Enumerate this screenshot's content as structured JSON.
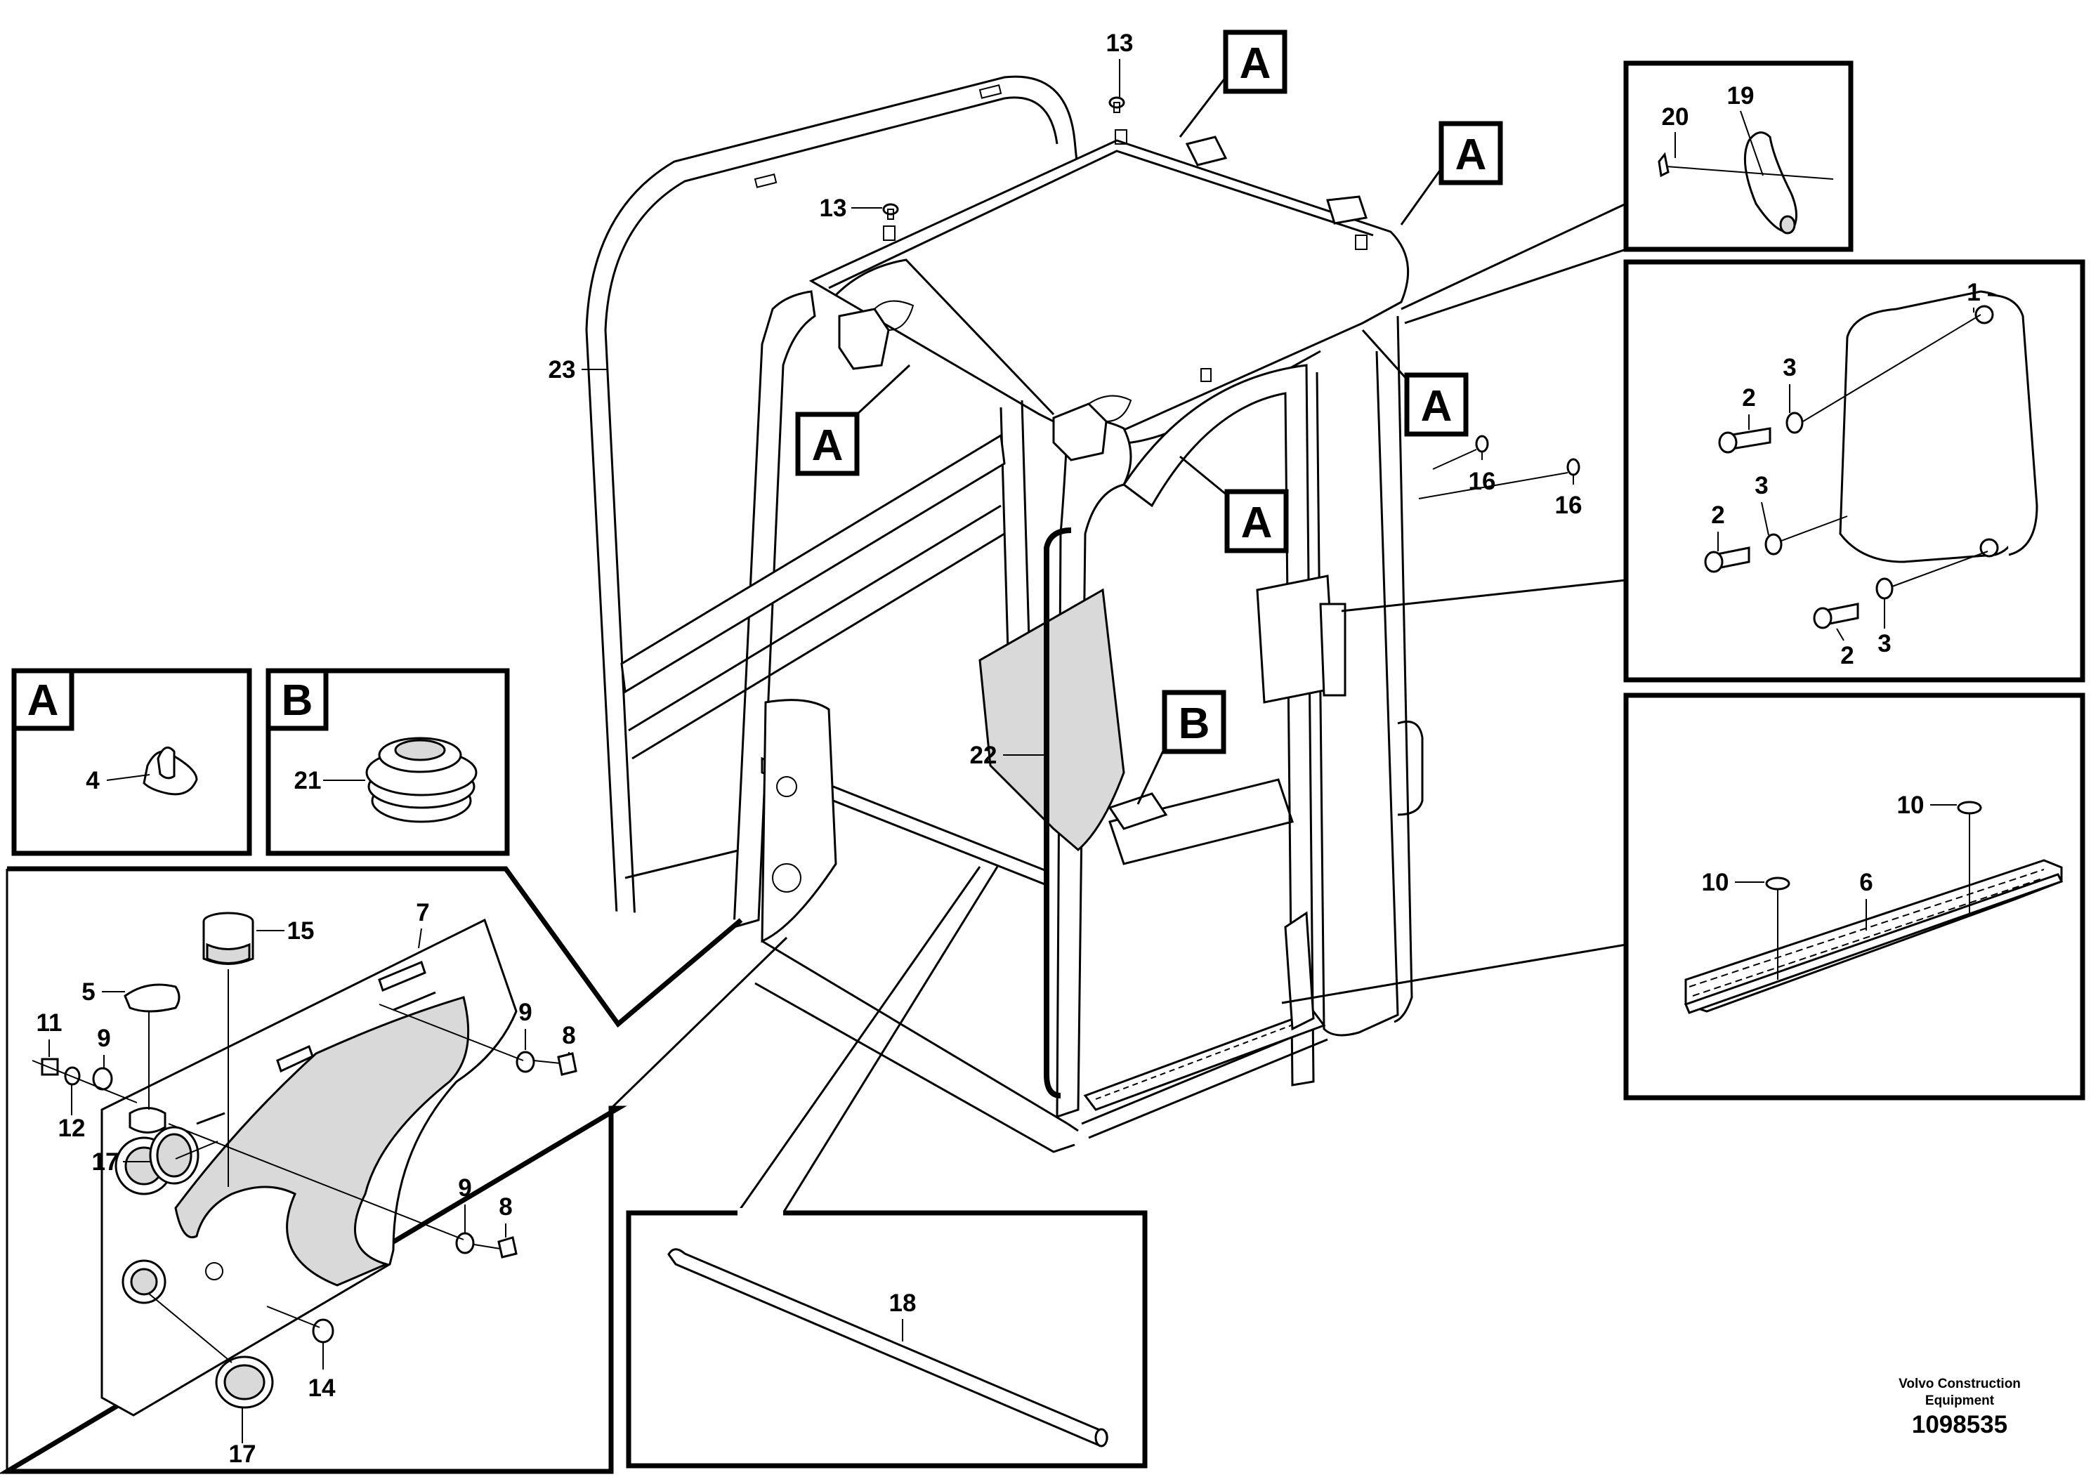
{
  "callouts": {
    "c1": "1",
    "c2a": "2",
    "c2b": "2",
    "c2c": "2",
    "c3a": "3",
    "c3b": "3",
    "c3c": "3",
    "c4": "4",
    "c5": "5",
    "c6": "6",
    "c7": "7",
    "c8a": "8",
    "c8b": "8",
    "c9a": "9",
    "c9b": "9",
    "c9c": "9",
    "c10a": "10",
    "c10b": "10",
    "c11": "11",
    "c12": "12",
    "c13a": "13",
    "c13b": "13",
    "c14": "14",
    "c15": "15",
    "c16a": "16",
    "c16b": "16",
    "c17a": "17",
    "c17b": "17",
    "c18": "18",
    "c19": "19",
    "c20": "20",
    "c21": "21",
    "c22": "22",
    "c23": "23"
  },
  "refs": {
    "a_top": "A",
    "a_right1": "A",
    "a_right2": "A",
    "a_left": "A",
    "a_mid": "A",
    "b_main": "B",
    "a_detail": "A",
    "b_detail": "B"
  },
  "footer": {
    "maker_line1": "Volvo Construction",
    "maker_line2": "Equipment",
    "doc_number": "1098535"
  }
}
